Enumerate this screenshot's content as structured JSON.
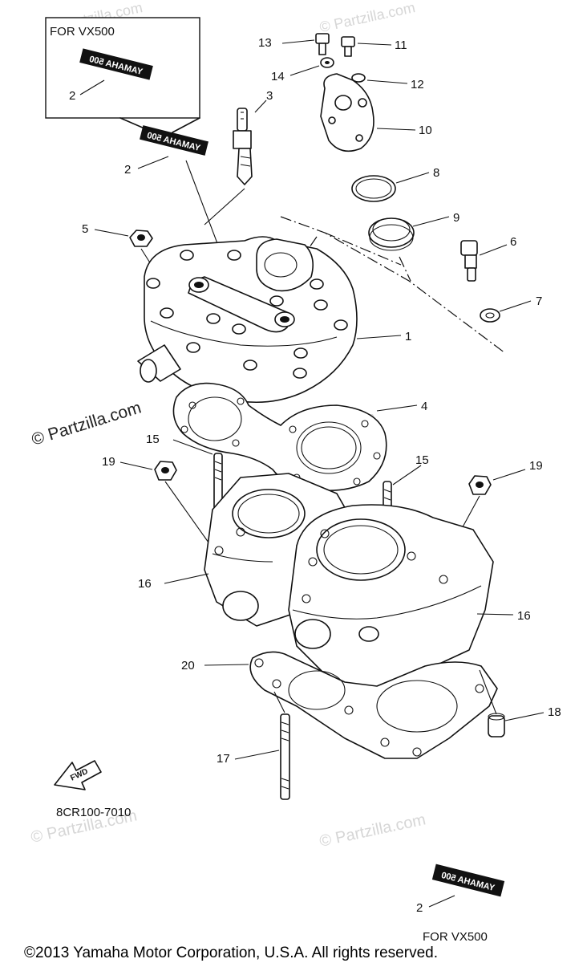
{
  "diagram": {
    "code": "8CR100-7010",
    "for_vx500_top": "FOR VX500",
    "for_vx500_bottom": "FOR VX500",
    "fwd_label": "FWD",
    "decal_text": "YAMAHA 500",
    "copyright": "©2013  Yamaha Motor Corporation, U.S.A. All rights reserved.",
    "watermark_main": "© Partzilla.com",
    "watermark_faint": "© Partzilla.com",
    "callouts": {
      "c1": "1",
      "c2a": "2",
      "c2b": "2",
      "c2c": "2",
      "c3": "3",
      "c4": "4",
      "c5": "5",
      "c6": "6",
      "c7": "7",
      "c8": "8",
      "c9": "9",
      "c10": "10",
      "c11": "11",
      "c12": "12",
      "c13": "13",
      "c14": "14",
      "c15a": "15",
      "c15b": "15",
      "c16a": "16",
      "c16b": "16",
      "c17": "17",
      "c18": "18",
      "c19a": "19",
      "c19b": "19",
      "c20": "20"
    }
  }
}
